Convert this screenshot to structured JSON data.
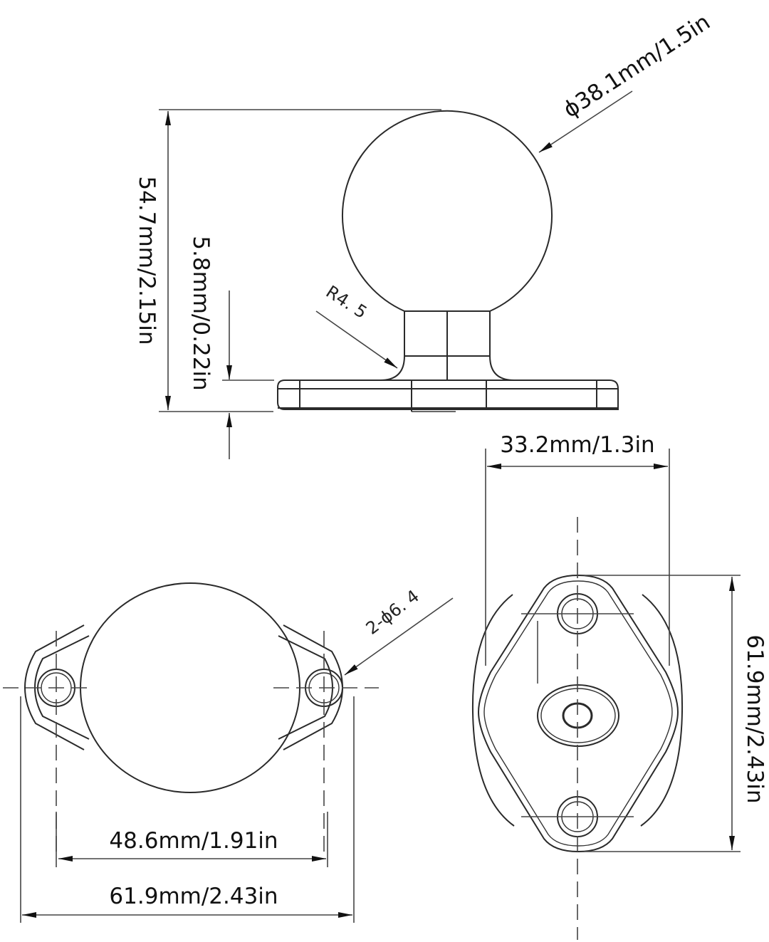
{
  "drawing": {
    "subject": "Ball mount with diamond base plate",
    "line_color": "#2a2a2a",
    "background": "#ffffff",
    "views": {
      "side": {
        "dimensions": {
          "ball_diameter": "ϕ38.1mm/1.5in",
          "total_height": "54.7mm/2.15in",
          "base_thickness": "5.8mm/0.22in",
          "fillet_radius": "R4. 5"
        }
      },
      "top": {
        "dimensions": {
          "hole_spec": "2-ϕ6. 4",
          "hole_spacing": "48.6mm/1.91in",
          "overall_length": "61.9mm/2.43in"
        }
      },
      "bottom": {
        "dimensions": {
          "width": "33.2mm/1.3in",
          "overall_length": "61.9mm/2.43in"
        }
      }
    }
  }
}
